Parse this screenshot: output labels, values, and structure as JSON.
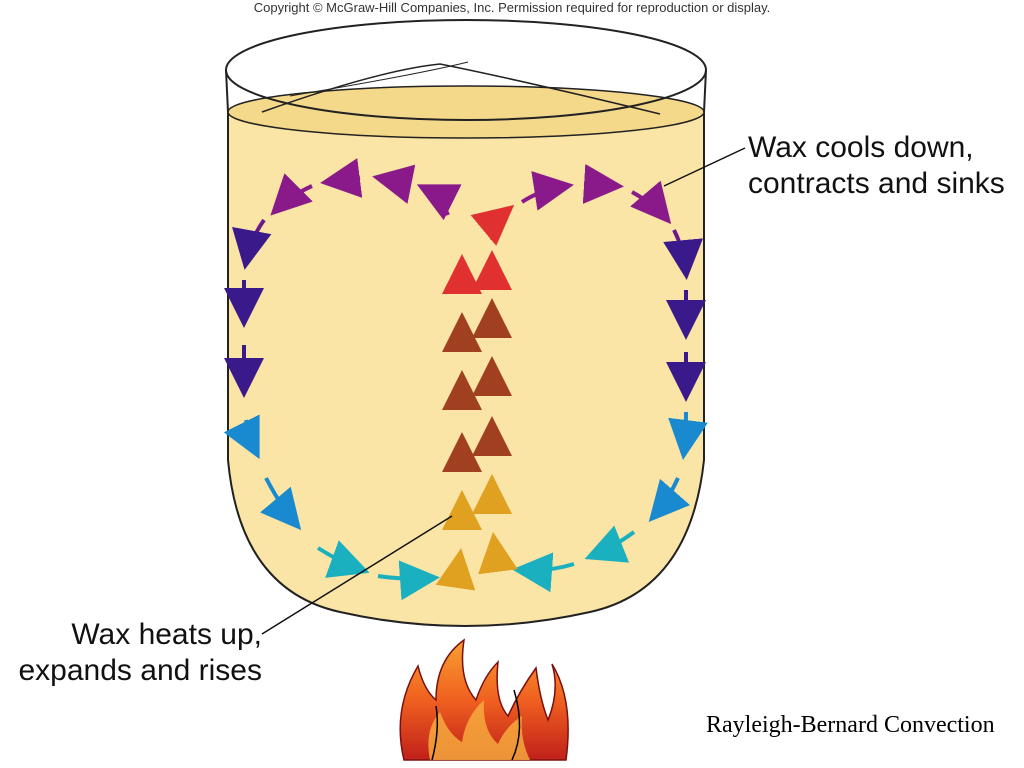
{
  "copyright": "Copyright © McGraw-Hill Companies, Inc. Permission required for reproduction or display.",
  "labels": {
    "top_line1": "Wax cools down,",
    "top_line2": "contracts and sinks",
    "bottom_line1": "Wax heats up,",
    "bottom_line2": "expands and rises"
  },
  "caption": "Rayleigh-Bernard Convection",
  "colors": {
    "wax": "#fbe5a6",
    "cool": "#8a1a8a",
    "sink": "#3a1a8a",
    "cold": "#1a8ad0",
    "teal": "#1ab0c0",
    "warm": "#e0a020",
    "hot": "#a04020",
    "hottest": "#e03030"
  }
}
